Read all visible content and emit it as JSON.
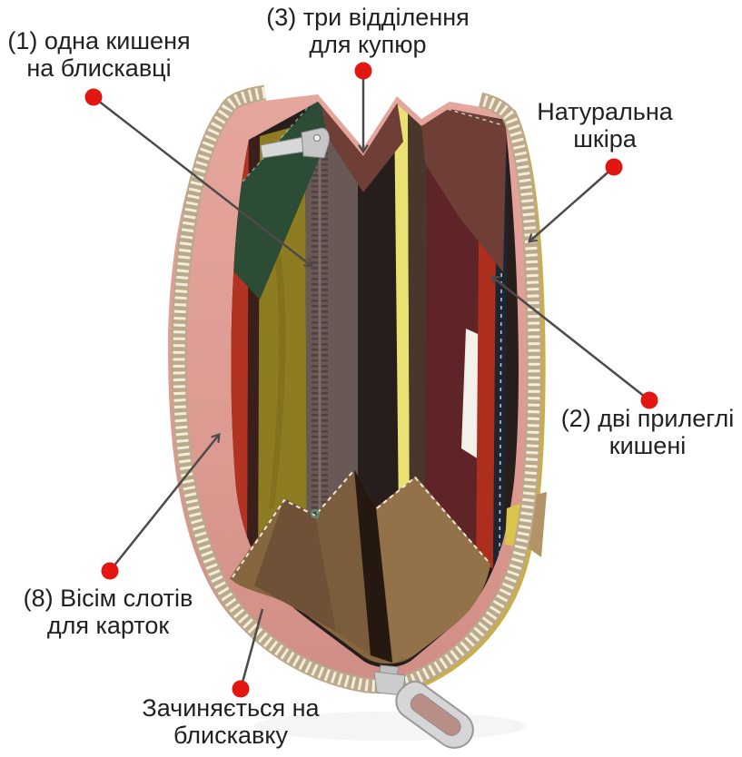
{
  "meta": {
    "type": "annotated-product-photo",
    "subject": "open zip-around leather wallet with multicolor interior"
  },
  "style": {
    "background": "#ffffff",
    "text_color": "#212121",
    "line_color": "#4e4a49",
    "dot_color": "#e31712"
  },
  "wallet": {
    "exterior_color": "#dc9a91",
    "edge_trim_color": "#c9ae4e",
    "interior_color": "#271e1c",
    "zipper_teeth_color": "#f4edda",
    "zipper_teeth_base": "#bba98d",
    "card_flap_color": "#85663f",
    "panel_colors": [
      "#2c4c35",
      "#1c2531",
      "#b23322",
      "#8e7c22",
      "#685856",
      "#6f3e37",
      "#e9e273",
      "#5f2428",
      "#ae2e1d",
      "#4a372b",
      "#1c2531"
    ],
    "card_color": "#f4f1ea",
    "metal_color": "#d6d6d6"
  },
  "annotations": [
    {
      "text": "(1) одна кишеня на блискавці"
    },
    {
      "text": "(3) три відділення для купюр"
    },
    {
      "text": "Натуральна шкіра"
    },
    {
      "text": "(2) дві прилеглі кишені"
    },
    {
      "text": "(8) Вісім слотів для карток"
    },
    {
      "text": "Зачиняється на блискавку"
    }
  ]
}
